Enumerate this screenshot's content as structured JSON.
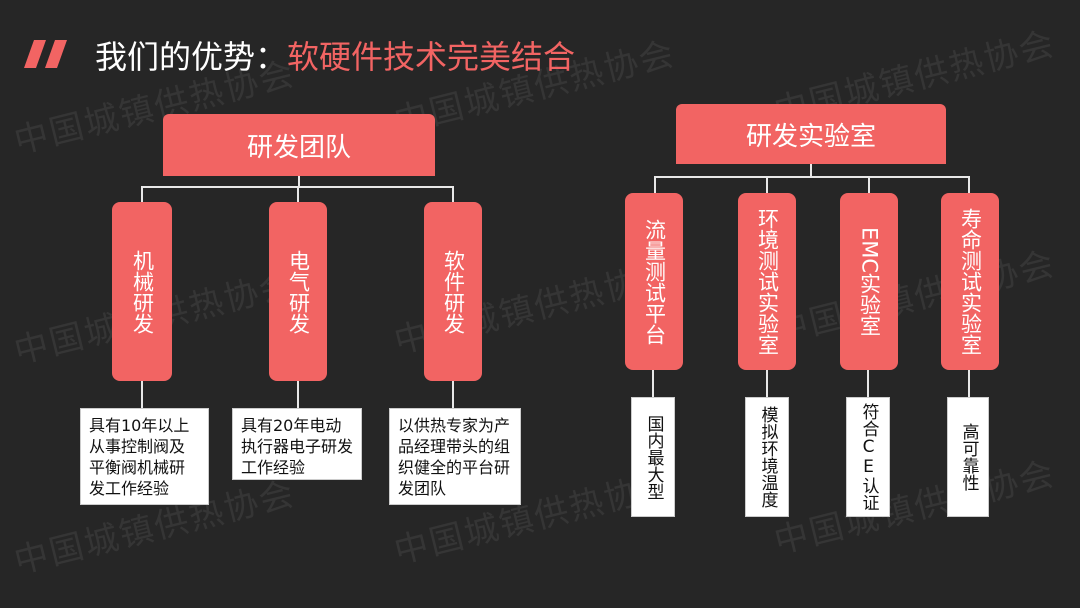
{
  "title": {
    "prefix": "我们的优势：",
    "highlight": "软硬件技术完美结合"
  },
  "watermark": "中国城镇供热协会",
  "colors": {
    "accent": "#f26463",
    "background": "#262626"
  },
  "left": {
    "title": "研发团队",
    "items": [
      {
        "label": "机械研发",
        "note": "具有10年以上从事控制阀及平衡阀机械研发工作经验"
      },
      {
        "label": "电气研发",
        "note": "具有20年电动执行器电子研发工作经验"
      },
      {
        "label": "软件研发",
        "note": "以供热专家为产品经理带头的组织健全的平台研发团队"
      }
    ]
  },
  "right": {
    "title": "研发实验室",
    "items": [
      {
        "label": "流量测试平台",
        "note": "国内最大型"
      },
      {
        "label": "环境测试实验室",
        "note": "模拟环境温度"
      },
      {
        "label": "EMC实验室",
        "note": "符合CE认证"
      },
      {
        "label": "寿命测试实验室",
        "note": "高可靠性"
      }
    ]
  }
}
